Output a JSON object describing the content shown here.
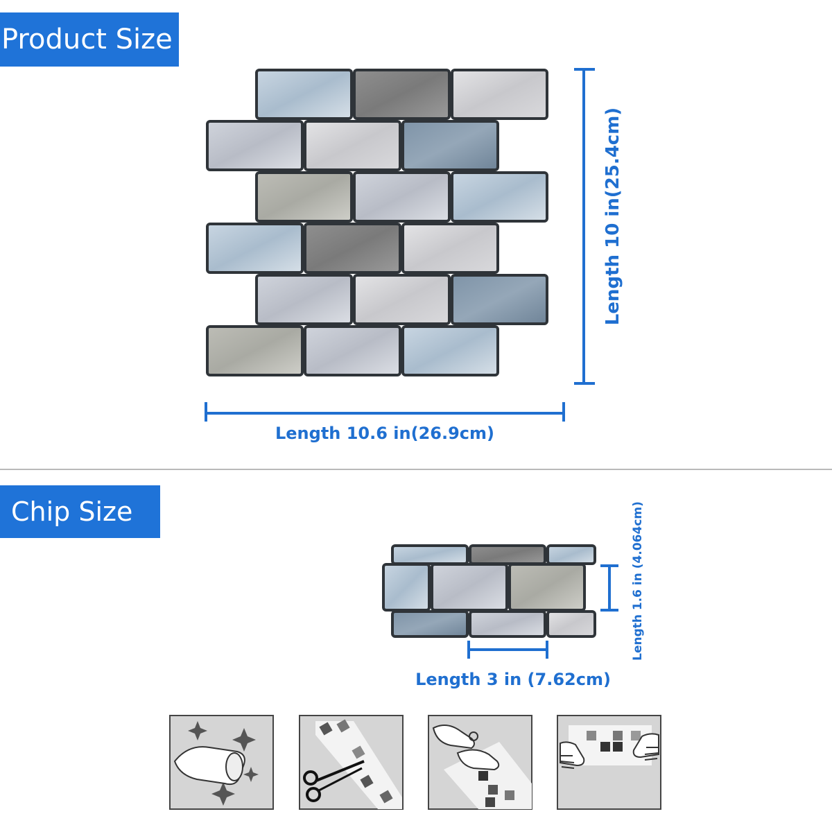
{
  "sections": {
    "product": {
      "title": "Product Size",
      "width_label": "Length  10.6 in(26.9cm)",
      "height_label": "Length  10 in(25.4cm)"
    },
    "chip": {
      "title": "Chip Size",
      "width_label": "Length  3 in (7.62cm)",
      "height_label": "Length  1.6 in (4.064cm)"
    }
  },
  "colors": {
    "accent": "#1f73d8",
    "label": "#1f6fd0",
    "grout": "#2f3439"
  },
  "steps": [
    {
      "icon": "clean-wall-icon"
    },
    {
      "icon": "cut-tile-icon"
    },
    {
      "icon": "peel-backing-icon"
    },
    {
      "icon": "press-tile-icon"
    }
  ]
}
